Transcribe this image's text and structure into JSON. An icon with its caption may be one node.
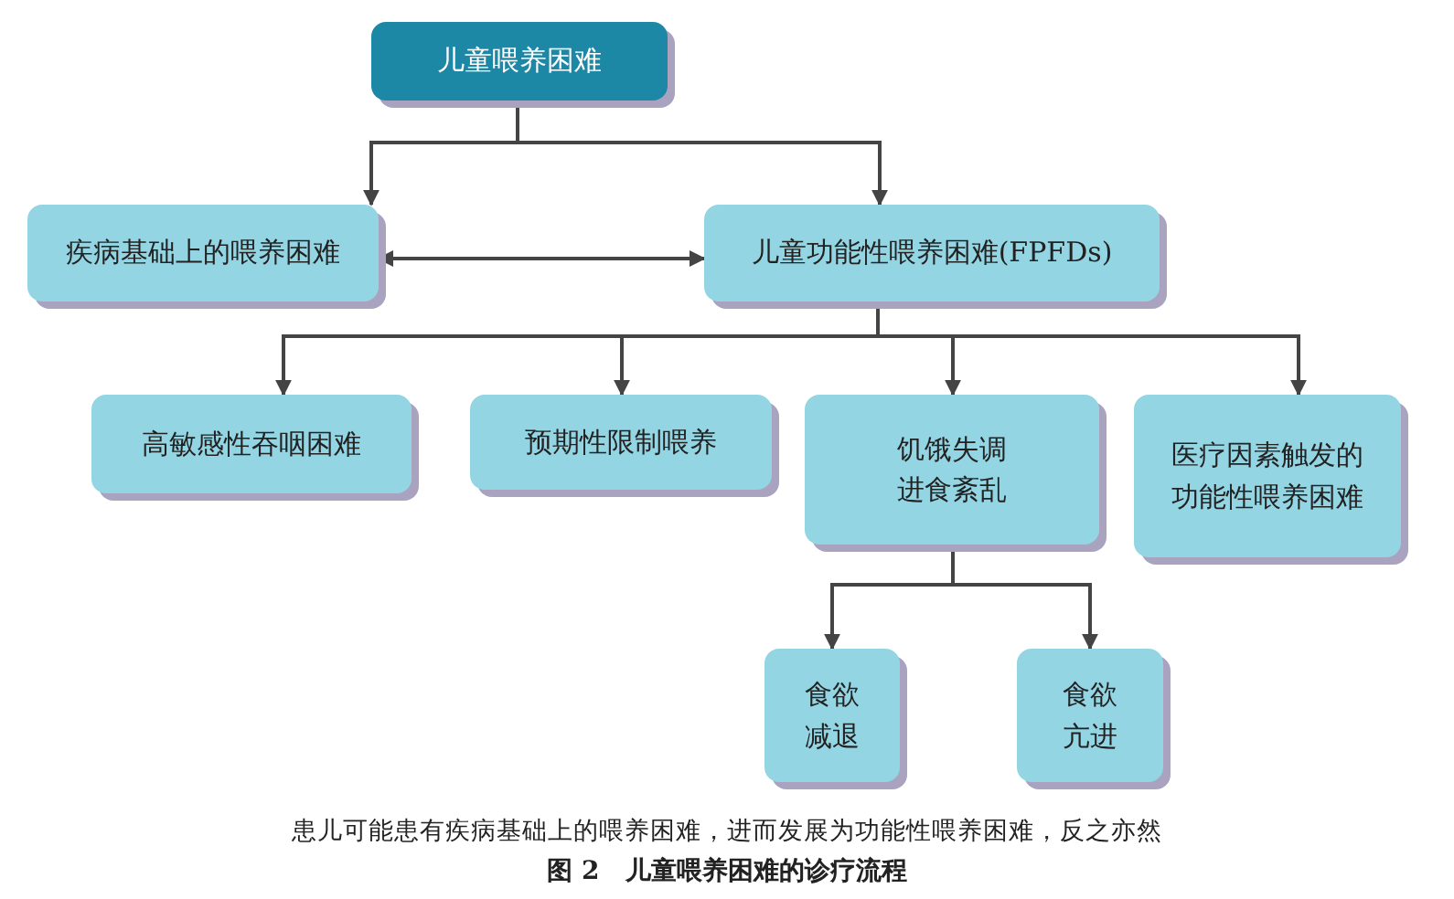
{
  "diagram": {
    "caption": "图 2　儿童喂养困难的诊疗流程",
    "nodes": [
      {
        "text": [
          "儿童喂养困难"
        ]
      },
      {
        "text": [
          "疾病基础上的喂养困难"
        ]
      },
      {
        "text": [
          "儿童功能性喂养困难(FPFDs)"
        ]
      },
      {
        "text": [
          "高敏感性吞咽困难"
        ]
      },
      {
        "text": [
          "预期性限制喂养"
        ]
      },
      {
        "text": [
          "饥饿失调进食紊乱"
        ]
      },
      {
        "text": [
          "医疗因素触发的功能性喂养困难"
        ]
      },
      {
        "text": [
          "食欲减退"
        ]
      },
      {
        "text": [
          "食欲亢进"
        ]
      }
    ],
    "edges": [
      {
        "from": 0,
        "to": 1,
        "arrow": "to"
      },
      {
        "from": 0,
        "to": 2,
        "arrow": "to"
      },
      {
        "from": 1,
        "to": 2,
        "arrow": "both"
      },
      {
        "from": 2,
        "to": 3,
        "arrow": "to"
      },
      {
        "from": 2,
        "to": 4,
        "arrow": "to"
      },
      {
        "from": 2,
        "to": 5,
        "arrow": "to"
      },
      {
        "from": 2,
        "to": 6,
        "arrow": "to"
      },
      {
        "from": 5,
        "to": 7,
        "arrow": "to"
      },
      {
        "from": 5,
        "to": 8,
        "arrow": "to"
      }
    ],
    "labels": [
      "患儿可能患有疾病基础上的喂养困难，进而发展为功能性喂养困难，反之亦然"
    ]
  }
}
